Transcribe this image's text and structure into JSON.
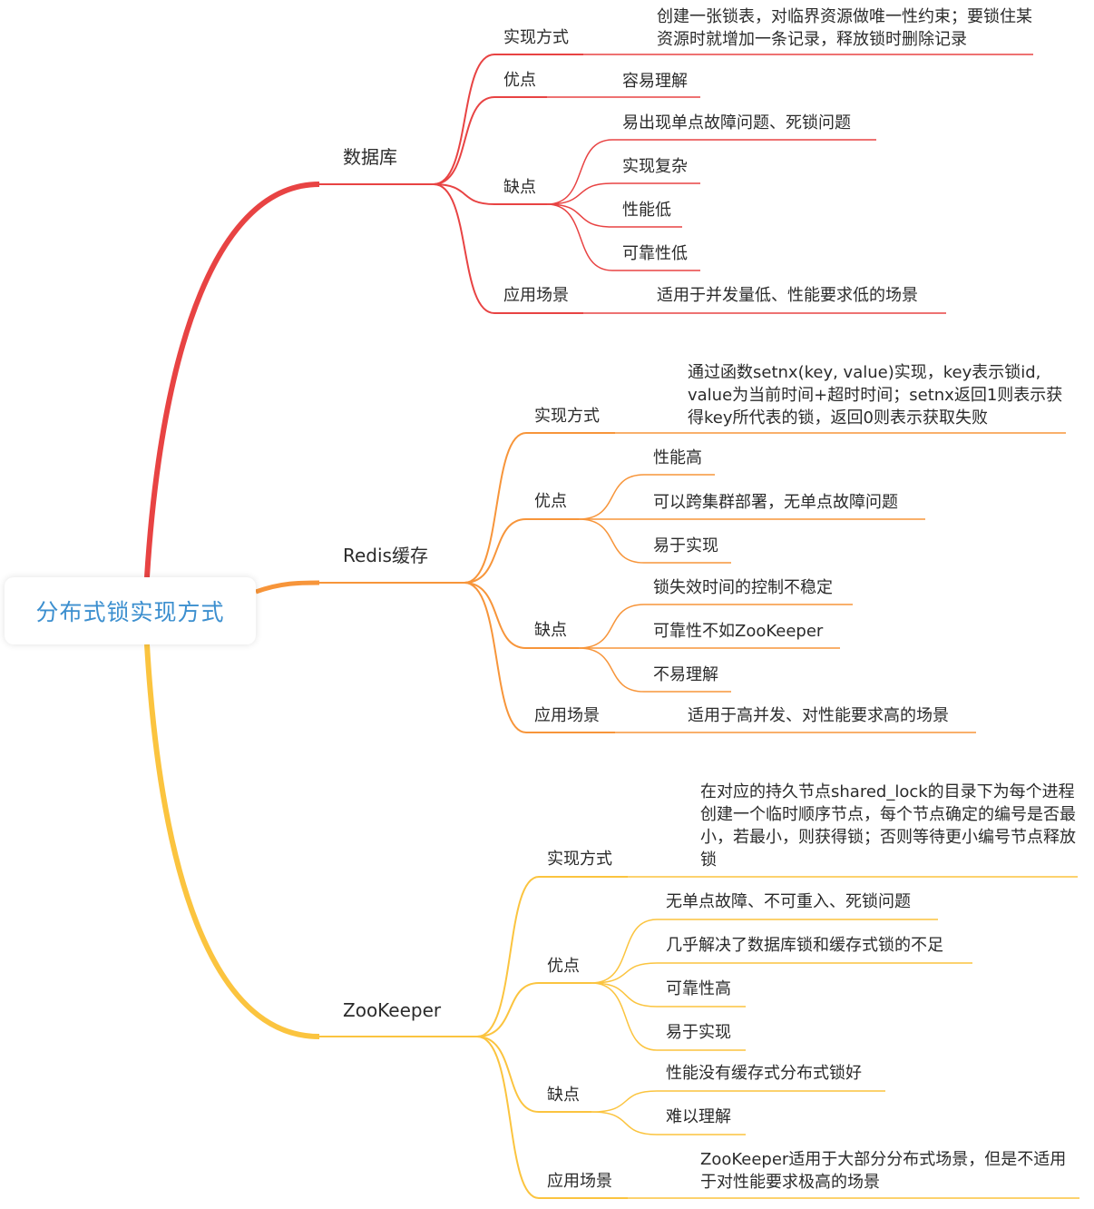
{
  "root": {
    "label": "分布式锁实现方式",
    "color": "#3c8fcf"
  },
  "branches": [
    {
      "id": "db",
      "label": "数据库",
      "color": "#e84343",
      "children": [
        {
          "id": "impl",
          "label": "实现方式",
          "children": [
            {
              "label": "创建一张锁表，对临界资源做唯一性约束；要锁住某资源时就增加一条记录，释放锁时删除记录"
            }
          ]
        },
        {
          "id": "pro",
          "label": "优点",
          "children": [
            {
              "label": "容易理解"
            }
          ]
        },
        {
          "id": "con",
          "label": "缺点",
          "children": [
            {
              "label": "易出现单点故障问题、死锁问题"
            },
            {
              "label": "实现复杂"
            },
            {
              "label": "性能低"
            },
            {
              "label": "可靠性低"
            }
          ]
        },
        {
          "id": "scene",
          "label": "应用场景",
          "children": [
            {
              "label": "适用于并发量低、性能要求低的场景"
            }
          ]
        }
      ]
    },
    {
      "id": "redis",
      "label": "Redis缓存",
      "color": "#f7953a",
      "children": [
        {
          "id": "impl",
          "label": "实现方式",
          "children": [
            {
              "label": "通过函数setnx(key, value)实现，key表示锁id, value为当前时间+超时时间；setnx返回1则表示获得key所代表的锁，返回0则表示获取失败"
            }
          ]
        },
        {
          "id": "pro",
          "label": "优点",
          "children": [
            {
              "label": "性能高"
            },
            {
              "label": "可以跨集群部署，无单点故障问题"
            },
            {
              "label": "易于实现"
            }
          ]
        },
        {
          "id": "con",
          "label": "缺点",
          "children": [
            {
              "label": "锁失效时间的控制不稳定"
            },
            {
              "label": "可靠性不如ZooKeeper"
            },
            {
              "label": "不易理解"
            }
          ]
        },
        {
          "id": "scene",
          "label": "应用场景",
          "children": [
            {
              "label": "适用于高并发、对性能要求高的场景"
            }
          ]
        }
      ]
    },
    {
      "id": "zk",
      "label": "ZooKeeper",
      "color": "#fbc43f",
      "children": [
        {
          "id": "impl",
          "label": "实现方式",
          "children": [
            {
              "label": "在对应的持久节点shared_lock的目录下为每个进程创建一个临时顺序节点，每个节点确定的编号是否最小，若最小，则获得锁；否则等待更小编号节点释放锁"
            }
          ]
        },
        {
          "id": "pro",
          "label": "优点",
          "children": [
            {
              "label": "无单点故障、不可重入、死锁问题"
            },
            {
              "label": "几乎解决了数据库锁和缓存式锁的不足"
            },
            {
              "label": "可靠性高"
            },
            {
              "label": "易于实现"
            }
          ]
        },
        {
          "id": "con",
          "label": "缺点",
          "children": [
            {
              "label": "性能没有缓存式分布式锁好"
            },
            {
              "label": "难以理解"
            }
          ]
        },
        {
          "id": "scene",
          "label": "应用场景",
          "children": [
            {
              "label": "ZooKeeper适用于大部分分布式场景，但是不适用于对性能要求极高的场景"
            }
          ]
        }
      ]
    }
  ]
}
